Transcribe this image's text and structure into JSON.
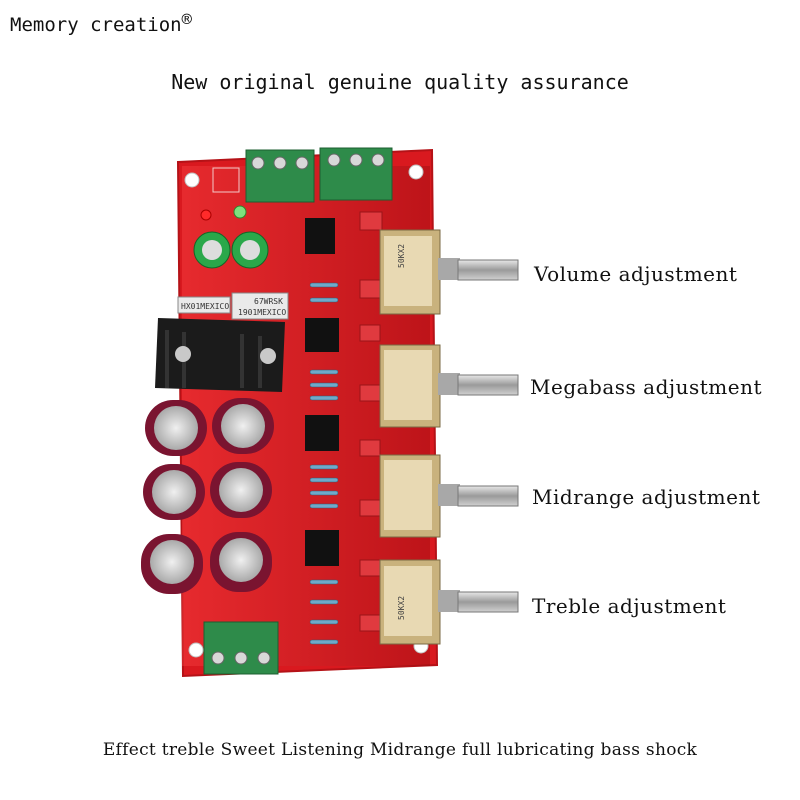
{
  "brand": {
    "name": "Memory creation",
    "mark": "®"
  },
  "tagline": "New original genuine quality assurance",
  "labels": {
    "volume": "Volume adjustment",
    "megabass": "Megabass adjustment",
    "midrange": "Midrange adjustment",
    "treble": "Treble adjustment"
  },
  "footer": "Effect treble Sweet Listening Midrange full lubricating bass shock",
  "board_silkscreen": {
    "regulator_left": "HX01MEXICO",
    "regulator_right": "67WRSK",
    "regulator_right_line2": "1901MEXICO",
    "pot_code_volume": "50KX2",
    "pot_code_treble": "50KX2"
  },
  "colors": {
    "pcb": "#d9191f",
    "terminal": "#2e8b4a",
    "capacitor": "#7a1430",
    "knob": "#b8b8b8"
  }
}
